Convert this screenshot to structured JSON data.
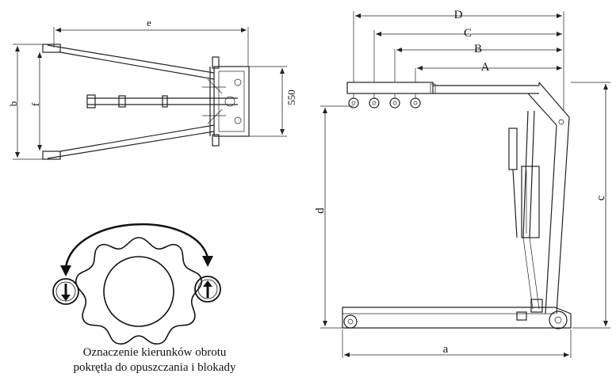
{
  "top_view": {
    "label_e": "e",
    "label_b": "b",
    "label_f": "f",
    "label_550": "550"
  },
  "side_view": {
    "label_D": "D",
    "label_C": "C",
    "label_B": "B",
    "label_A": "A",
    "label_d": "d",
    "label_c": "c",
    "label_a": "a"
  },
  "knob": {
    "caption_line1": "Oznaczenie kierunków obrotu",
    "caption_line2": "pokrętła do opuszczania i blokady"
  }
}
